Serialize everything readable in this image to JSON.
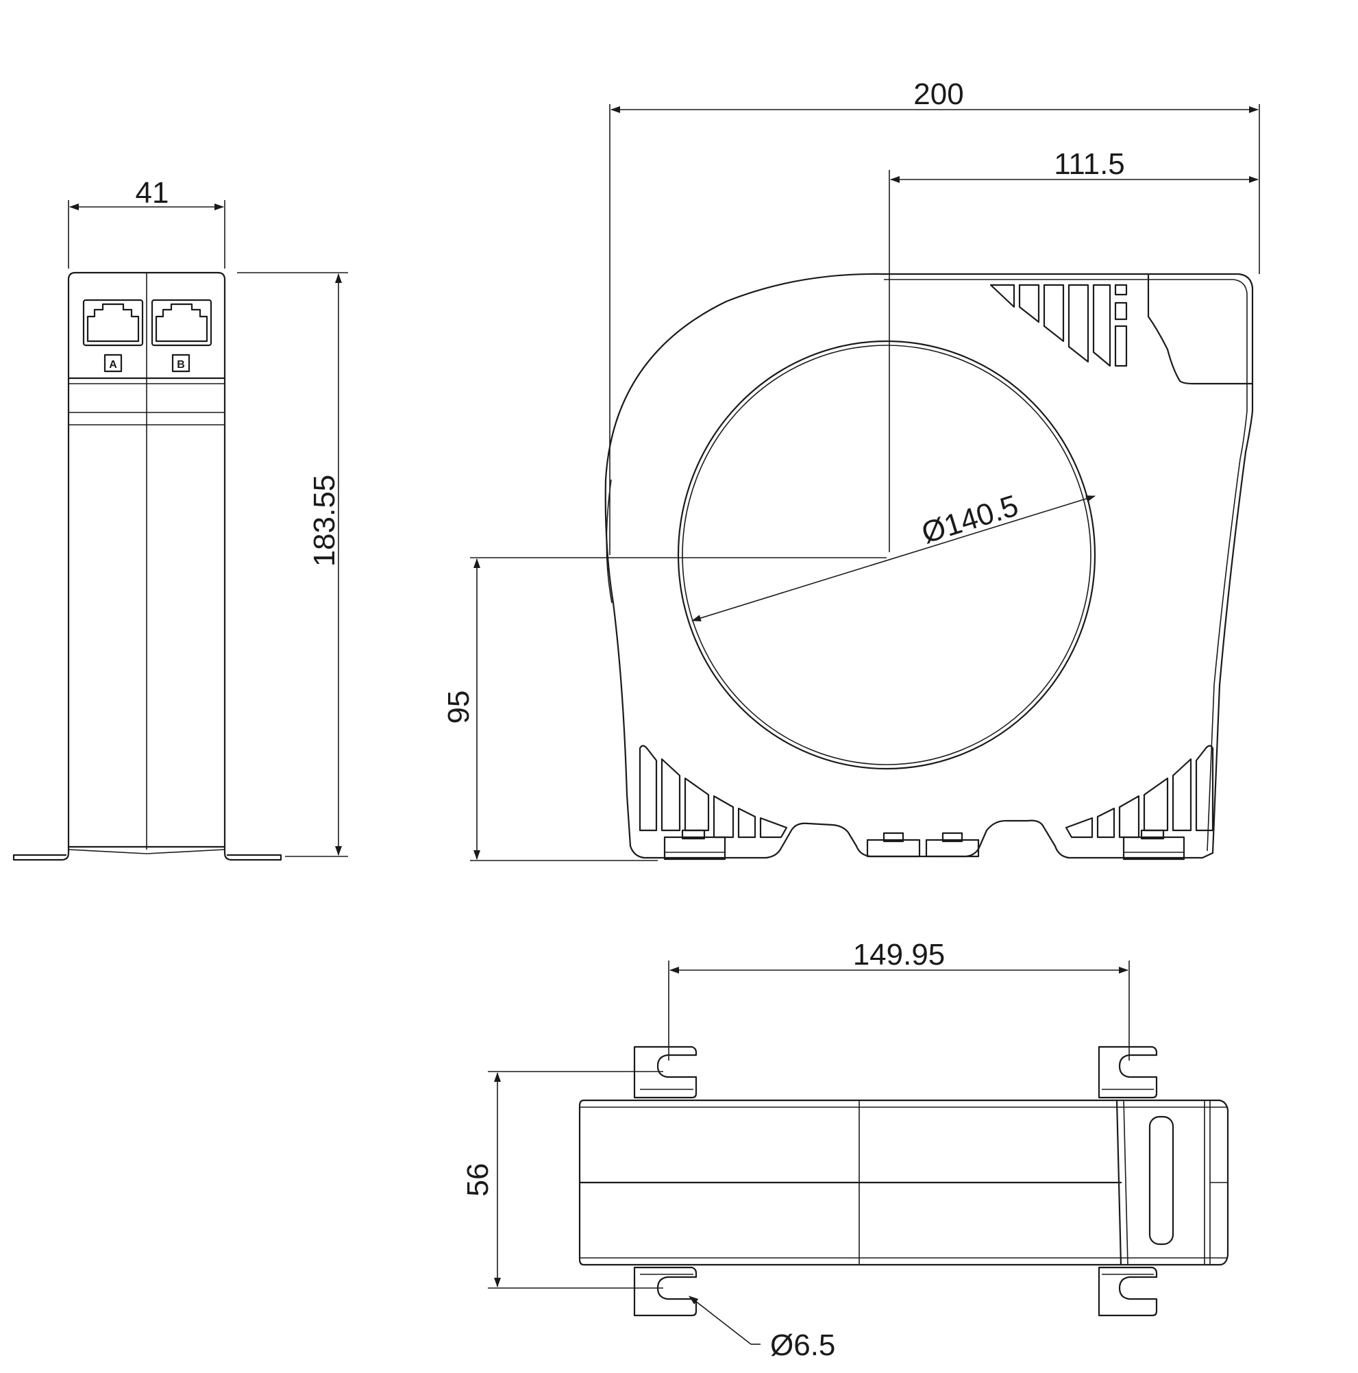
{
  "side_view": {
    "width_dim": "41",
    "height_dim": "183.55",
    "port_a_label": "A",
    "port_b_label": "B"
  },
  "front_view": {
    "total_width_dim": "200",
    "center_offset_dim": "111.5",
    "inner_diameter_dim": "Ø140.5",
    "center_height_dim": "95"
  },
  "bottom_view": {
    "hole_spacing_dim": "149.95",
    "depth_dim": "56",
    "hole_diameter_dim": "Ø6.5"
  }
}
